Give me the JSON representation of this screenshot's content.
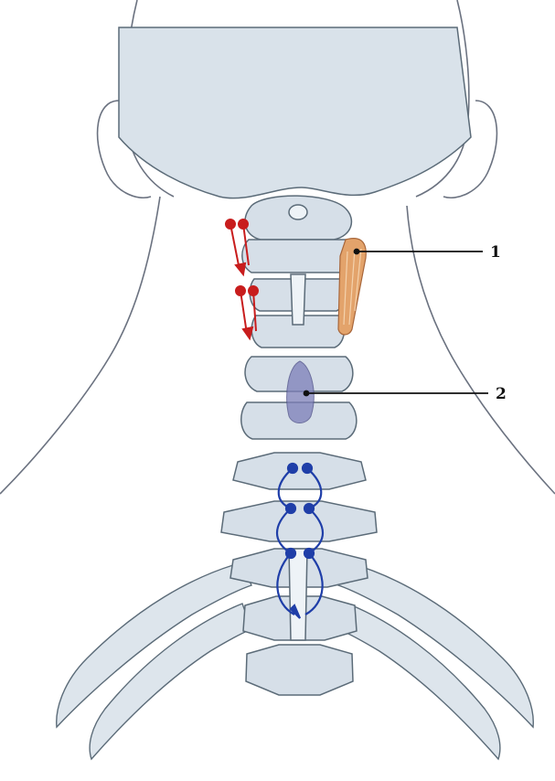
{
  "figure": {
    "callouts": [
      {
        "id": "1",
        "label": "1"
      },
      {
        "id": "2",
        "label": "2"
      }
    ],
    "colors": {
      "bone": "#d8e1ea",
      "bone_stroke": "#5b6b78",
      "skin_outline": "#6b7280",
      "muscle": "#e3a36b",
      "ligament": "#6b6fa8",
      "red_marker": "#c81d1d",
      "blue_marker": "#1f3ea8"
    },
    "icons": [
      "red-force-arrows-icon",
      "blue-force-loop-icon"
    ]
  }
}
